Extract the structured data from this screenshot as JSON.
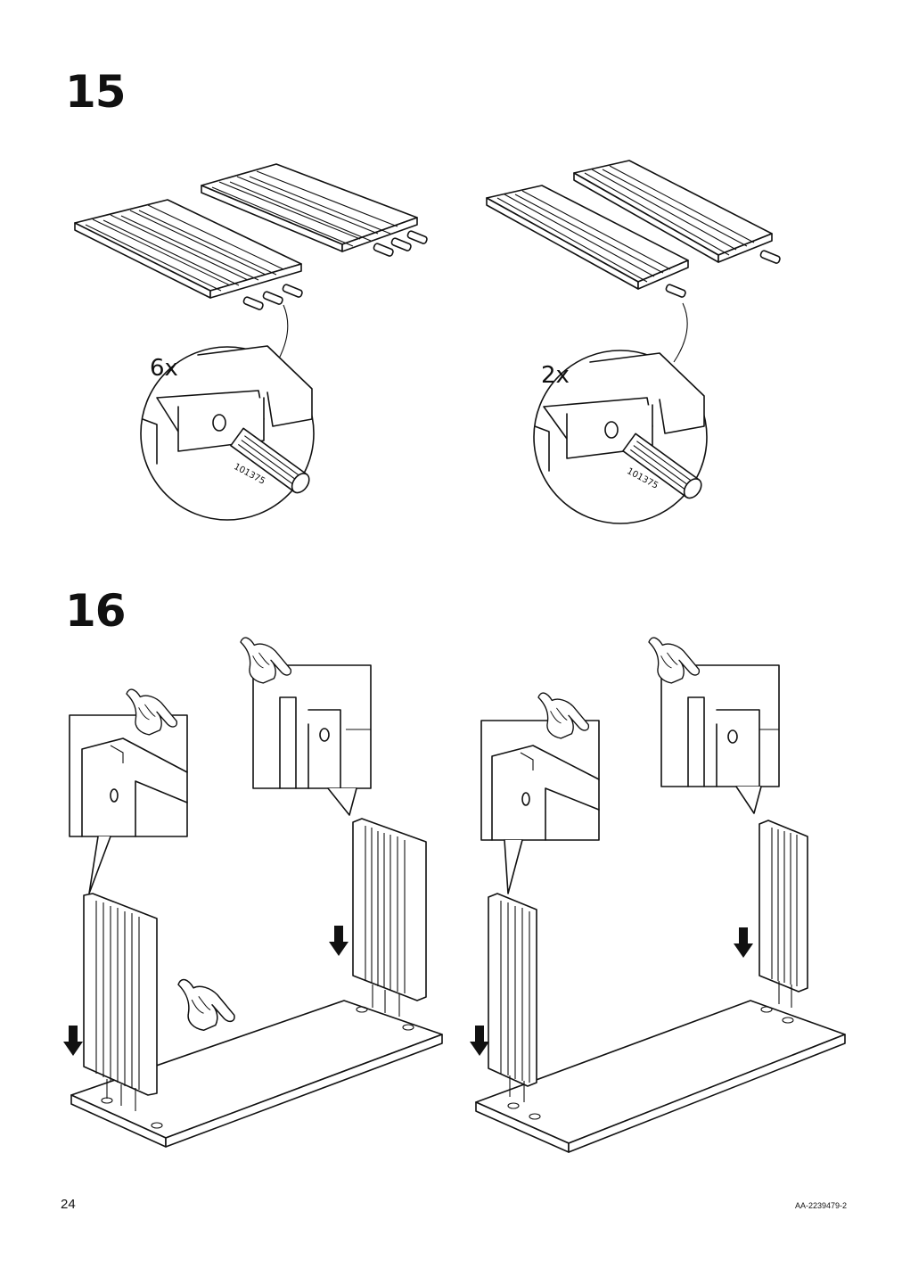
{
  "steps": [
    {
      "number": "15",
      "callouts": [
        {
          "quantity": "6x",
          "part_number": "101375"
        },
        {
          "quantity": "2x",
          "part_number": "101375"
        }
      ]
    },
    {
      "number": "16"
    }
  ],
  "footer": {
    "page_number": "24",
    "document_code": "AA-2239479-2"
  }
}
